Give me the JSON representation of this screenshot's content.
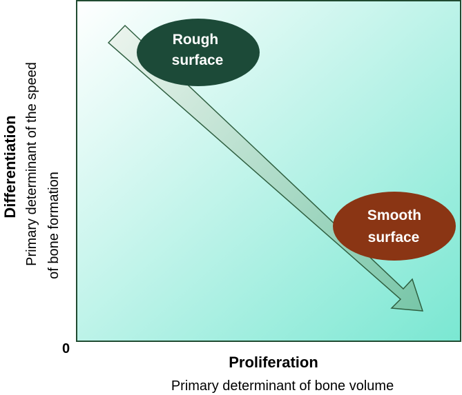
{
  "diagram": {
    "y_axis": {
      "title": "Differentiation",
      "subtitle_line1": "Primary determinant of the speed",
      "subtitle_line2": "of bone formation"
    },
    "x_axis": {
      "title": "Proliferation",
      "subtitle": "Primary determinant of bone volume"
    },
    "origin_label": "0",
    "rough": {
      "line1": "Rough",
      "line2": "surface",
      "color": "#1c4a38"
    },
    "smooth": {
      "line1": "Smooth",
      "line2": "surface",
      "color": "#8a3514"
    },
    "colors": {
      "background_start": "#ffffff",
      "background_end": "#7ae7d2",
      "frame": "#1f4a30",
      "arrow_start": "#eaf3ec",
      "arrow_end": "#78c6a8",
      "arrow_stroke": "#2f5f40"
    }
  }
}
